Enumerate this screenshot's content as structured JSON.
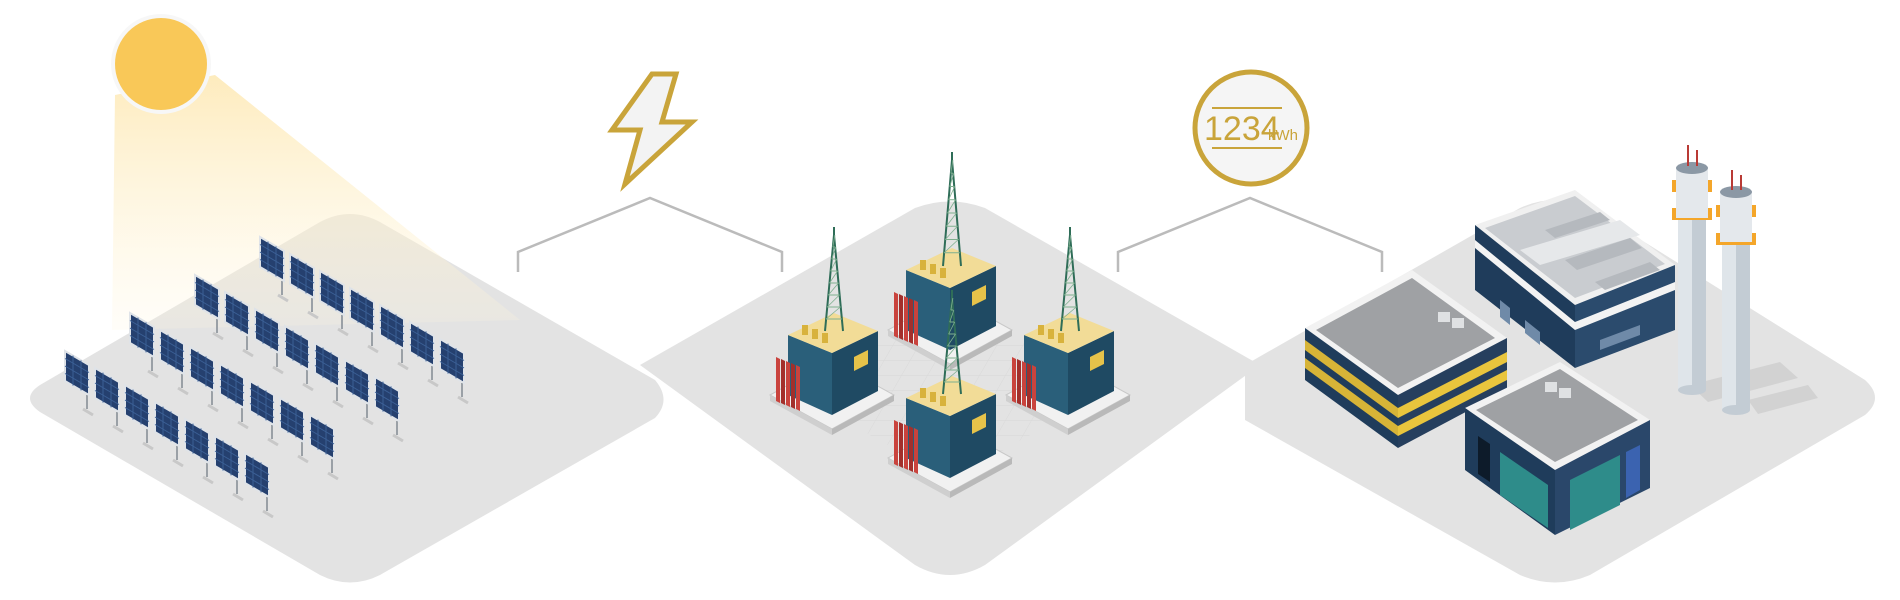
{
  "meter": {
    "value": "1234",
    "unit": "kWh"
  },
  "colors": {
    "accent_gold": "#c9a43a",
    "sun_yellow": "#f9c858",
    "ground_gray": "#e3e3e3",
    "connector_gray": "#bbbbbb",
    "panel_blue": "#25406f",
    "building_navy": "#1f3c5b",
    "transformer_red": "#b93a35",
    "transformer_teal": "#2a5f7a",
    "glass_teal": "#2e8c8a"
  },
  "icons": [
    "sun-icon",
    "lightning-bolt-icon",
    "energy-meter-icon"
  ],
  "sections": [
    "solar-farm",
    "substation",
    "industrial-facility"
  ]
}
